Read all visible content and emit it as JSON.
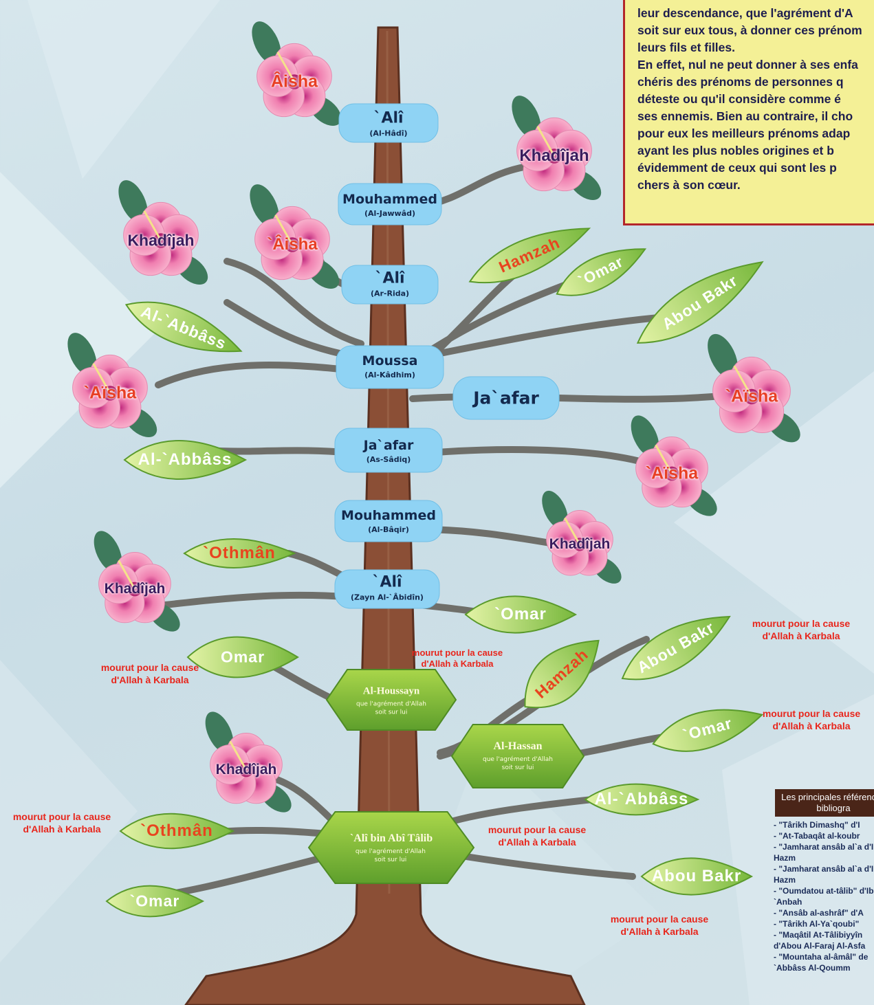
{
  "info_box": {
    "lines": [
      "leur descendance, que l'agrément d'A",
      "soit sur eux tous, à donner ces prénom",
      "leurs fils et filles.",
      "En effet, nul ne peut donner à ses enfa",
      "chéris des prénoms de personnes q",
      "déteste ou qu'il considère comme é",
      "ses ennemis. Bien au contraire, il cho",
      "pour eux les meilleurs prénoms adap",
      "ayant les plus nobles origines et b",
      "évidemment de ceux qui sont les p",
      "chers à son cœur."
    ]
  },
  "trunk_nodes": [
    {
      "name": "`Alî",
      "sub": "(Al-Hâdî)"
    },
    {
      "name": "Mouhammed",
      "sub": "(Al-Jawwâd)"
    },
    {
      "name": "`Alî",
      "sub": "(Ar-Rida)"
    },
    {
      "name": "Moussa",
      "sub": "(Al-Kâdhim)"
    },
    {
      "name": "Ja`afar",
      "sub": ""
    },
    {
      "name": "Ja`afar",
      "sub": "(As-Sâdiq)"
    },
    {
      "name": "Mouhammed",
      "sub": "(Al-Bâqir)"
    },
    {
      "name": "`Alî",
      "sub": "(Zayn Al-`Âbidîn)"
    }
  ],
  "hex_nodes": [
    {
      "name": "Al-Houssayn",
      "sub": "que l'agrément d'Allah soit sur lui"
    },
    {
      "name": "Al-Hassan",
      "sub": "que l'agrément d'Allah soit sur lui"
    },
    {
      "name": "`Alî bin Abî Tâlib",
      "sub": "que l'agrément d'Allah soit sur lui"
    }
  ],
  "flowers": [
    "Âisha",
    "Khadîjah",
    "Khadîjah",
    "`Âisha",
    "`Aïsha",
    "`Aïsha",
    "`Aïsha",
    "Khadîjah",
    "Khadîjah",
    "Khadîjah"
  ],
  "leaves": [
    "Hamzah",
    "`Omar",
    "Abou Bakr",
    "Al-`Abbâss",
    "Al-`Abbâss",
    "`Othmân",
    "`Omar",
    "Omar",
    "Hamzah",
    "Abou Bakr",
    "`Omar",
    "Al-`Abbâss",
    "`Othmân",
    "Abou Bakr",
    "`Omar"
  ],
  "notes": [
    "mourut pour la cause d'Allah à Karbala",
    "mourut pour la cause d'Allah à Karbala",
    "mourut pour la cause d'Allah à Karbala",
    "mourut pour la cause d'Allah à Karbala",
    "mourut pour la cause d'Allah à Karbala",
    "mourut pour la cause d'Allah à Karbala",
    "mourut pour la cause d'Allah à Karbala"
  ],
  "references": {
    "header": "Les principales références bibliogra",
    "items": [
      "- \"Târikh Dimashq\" d'I",
      "- \"At-Tabaqât al-koubr",
      "- \"Jamharat ansâb al`a d'Ibn Hazm",
      "- \"Jamharat ansâb al`a d'Ibn Hazm",
      "- \"Oumdatou at-tâlib\" d'Ibnou `Anbah",
      "- \"Ansâb al-ashrâf\" d'A",
      "- \"Târikh Al-Ya`qoubi\"",
      "- \"Maqâtil At-Tâlibiyyîn d'Abou Al-Faraj Al-Asfa",
      "- \"Mountaha al-âmâl\" de `Abbâss Al-Qoumm"
    ]
  },
  "colors": {
    "trunk": "#8b4f36",
    "node_blue": "#8fd3f4",
    "leaf_light": "#d9ee9a",
    "leaf_dark": "#74b43a",
    "leaf_text_red": "#e8441f",
    "flower_pink": "#f5a6c4",
    "note_red": "#e8251b",
    "info_bg": "#f4f096"
  }
}
